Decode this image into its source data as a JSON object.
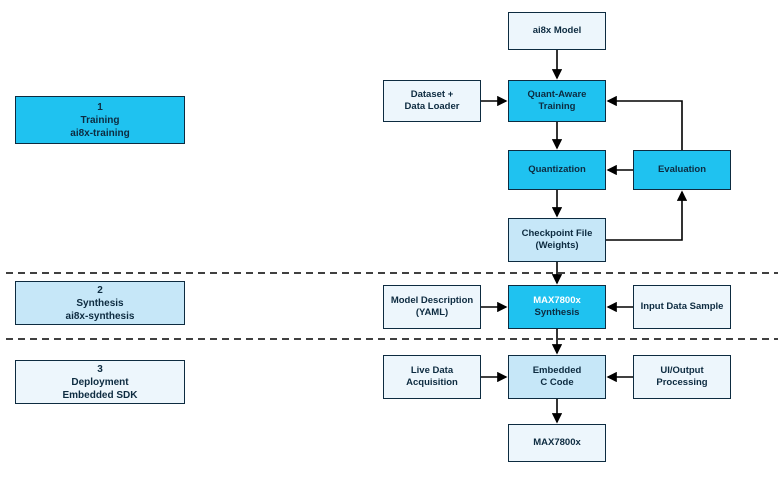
{
  "diagram": {
    "stages": [
      {
        "num": "1",
        "name": "Training",
        "sub": "ai8x-training"
      },
      {
        "num": "2",
        "name": "Synthesis",
        "sub": "ai8x-synthesis"
      },
      {
        "num": "3",
        "name": "Deployment",
        "sub": "Embedded SDK"
      }
    ],
    "nodes": {
      "model": {
        "label": "ai8x Model"
      },
      "dataset": {
        "label": "Dataset +\nData Loader"
      },
      "qat": {
        "label": "Quant-Aware\nTraining"
      },
      "quantization": {
        "label": "Quantization"
      },
      "evaluation": {
        "label": "Evaluation"
      },
      "checkpoint": {
        "label": "Checkpoint File\n(Weights)"
      },
      "yaml": {
        "label": "Model Description\n(YAML)"
      },
      "synthesis": {
        "line1": "MAX7800x",
        "line2": "Synthesis"
      },
      "input_sample": {
        "label": "Input Data Sample"
      },
      "live_data": {
        "label": "Live Data\nAcquisition"
      },
      "ccode": {
        "label": "Embedded\nC Code"
      },
      "ui_output": {
        "label": "UI/Output\nProcessing"
      },
      "max7800x": {
        "label": "MAX7800x"
      }
    },
    "colors": {
      "accent_cyan": "#1fc2f0",
      "light_blue": "#c6e7f8",
      "pale_blue": "#edf6fc",
      "line_and_text": "#0d2b40"
    }
  }
}
